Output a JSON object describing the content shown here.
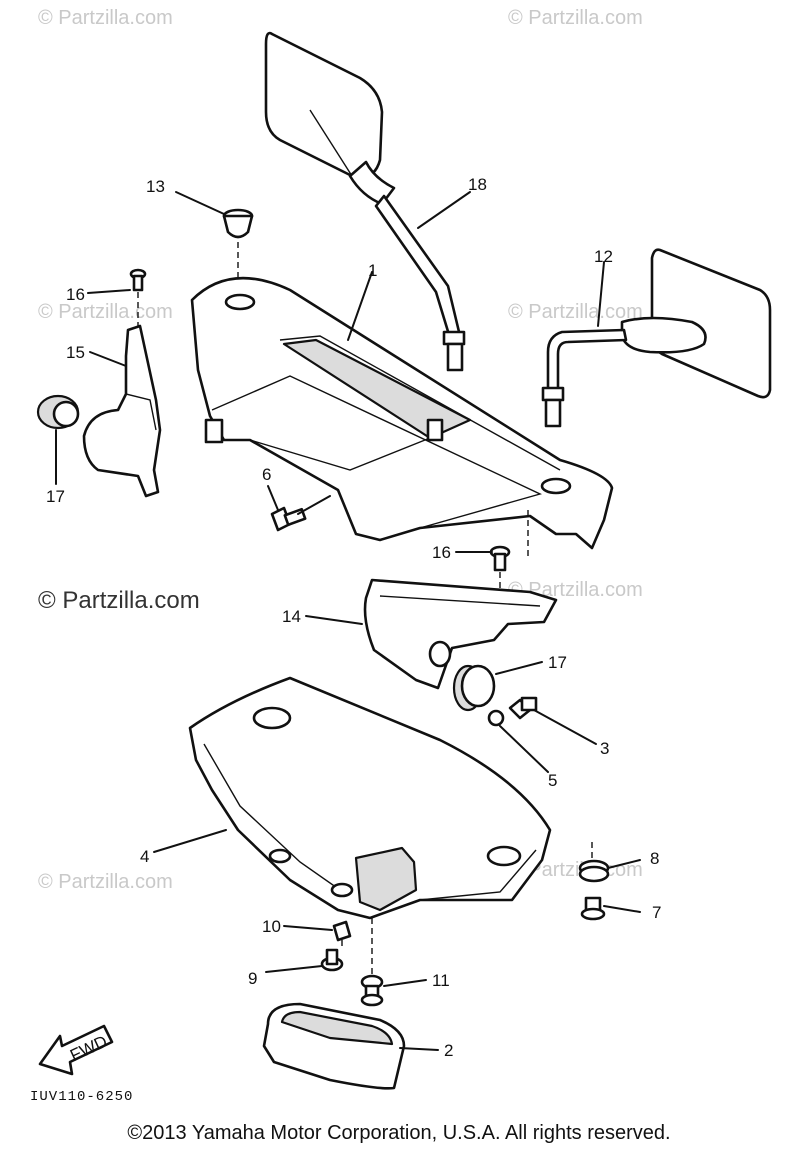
{
  "watermarks": {
    "tl": "© Partzilla.com",
    "tr": "© Partzilla.com",
    "ml": "© Partzilla.com",
    "mr": "© Partzilla.com",
    "center": "© Partzilla.com",
    "cr": "© Partzilla.com",
    "ll": "© Partzilla.com",
    "lr": "© Partzilla.com"
  },
  "callouts": {
    "c1": "1",
    "c2": "2",
    "c3": "3",
    "c4": "4",
    "c5": "5",
    "c6": "6",
    "c7": "7",
    "c8": "8",
    "c9": "9",
    "c10": "10",
    "c11": "11",
    "c12": "12",
    "c13": "13",
    "c14": "14",
    "c15": "15",
    "c16a": "16",
    "c16b": "16",
    "c17a": "17",
    "c17b": "17",
    "c18": "18"
  },
  "fwd_label": "FWD",
  "diagram_code": "IUV110-6250",
  "copyright": "©2013  Yamaha Motor Corporation, U.S.A. All rights reserved."
}
